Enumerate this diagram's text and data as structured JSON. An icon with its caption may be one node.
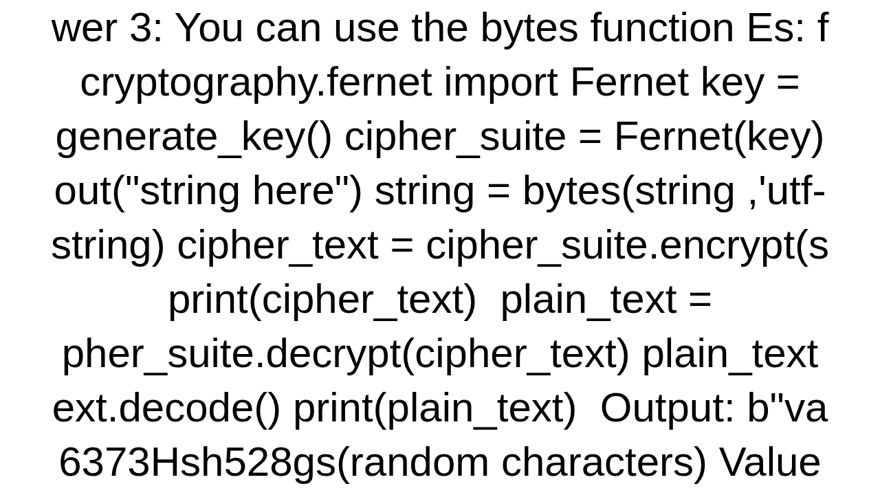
{
  "diagram": {
    "labels": [
      "wer 3: You can use the bytes function Es: f",
      "cryptography.fernet import Fernet key =",
      "generate_key() cipher_suite = Fernet(key)",
      "out(\"string here\") string = bytes(string ,'utf-",
      "string) cipher_text = cipher_suite.encrypt(s",
      "print(cipher_text)  plain_text =",
      "pher_suite.decrypt(cipher_text) plain_text",
      "ext.decode() print(plain_text)  Output: b\"va",
      "6373Hsh528gs(random characters) Value"
    ]
  }
}
